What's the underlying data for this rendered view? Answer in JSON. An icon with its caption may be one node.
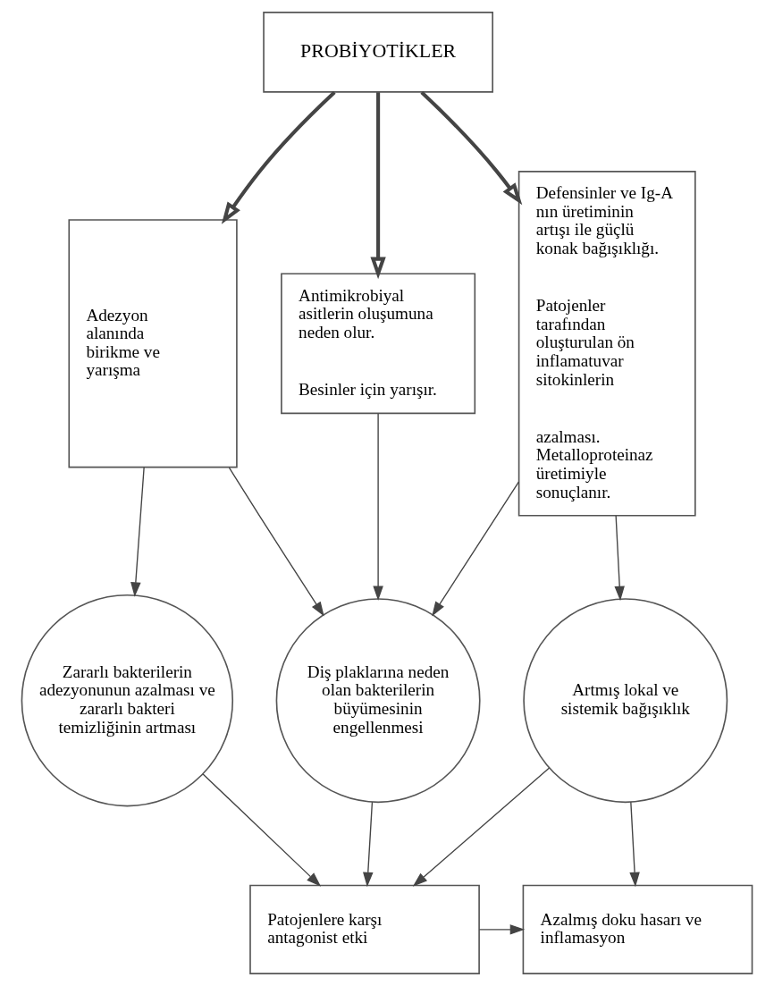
{
  "diagram": {
    "nodes": [
      {
        "text": [
          "PROBİYOTİKLER"
        ]
      },
      {
        "text": [
          "Adezyon alanında birikme ve yarışma"
        ]
      },
      {
        "text": [
          "Antimikrobiyal asitlerin oluşumuna neden olur.",
          "Besinler için yarışır."
        ]
      },
      {
        "text": [
          "Defensinler ve Ig-A nın üretiminin artışı ile güçlü konak bağışıklığı.",
          "Patojenler tarafından oluşturulan ön inflamatuvar sitokinlerin",
          "azalması. Metalloproteinaz üretimiyle sonuçlanır."
        ]
      },
      {
        "text": [
          "Zararlı bakterilerin adezyonunun azalması ve zararlı bakteri temizliğinin artması"
        ]
      },
      {
        "text": [
          "Diş plaklarına neden olan bakterilerin büyümesinin engellenmesi"
        ]
      },
      {
        "text": [
          "Artmış lokal ve sistemik bağışıklık"
        ]
      },
      {
        "text": [
          "Patojenlere karşı antagonist etki"
        ]
      },
      {
        "text": [
          "Azalmış doku hasarı ve inflamasyon"
        ]
      }
    ],
    "edges": [
      {
        "from": 0,
        "to": 1,
        "arrow": "to",
        "style": "thick"
      },
      {
        "from": 0,
        "to": 3,
        "arrow": "to",
        "style": "thick"
      },
      {
        "from": 0,
        "to": 2,
        "arrow": "to",
        "style": "thick"
      },
      {
        "from": 1,
        "to": 4,
        "arrow": "to"
      },
      {
        "from": 1,
        "to": 5,
        "arrow": "to"
      },
      {
        "from": 2,
        "to": 5,
        "arrow": "to"
      },
      {
        "from": 3,
        "to": 5,
        "arrow": "to"
      },
      {
        "from": 3,
        "to": 6,
        "arrow": "to"
      },
      {
        "from": 4,
        "to": 7,
        "arrow": "to"
      },
      {
        "from": 5,
        "to": 7,
        "arrow": "to"
      },
      {
        "from": 6,
        "to": 7,
        "arrow": "to"
      },
      {
        "from": 6,
        "to": 8,
        "arrow": "to"
      },
      {
        "from": 7,
        "to": 8,
        "arrow": "to"
      }
    ]
  }
}
